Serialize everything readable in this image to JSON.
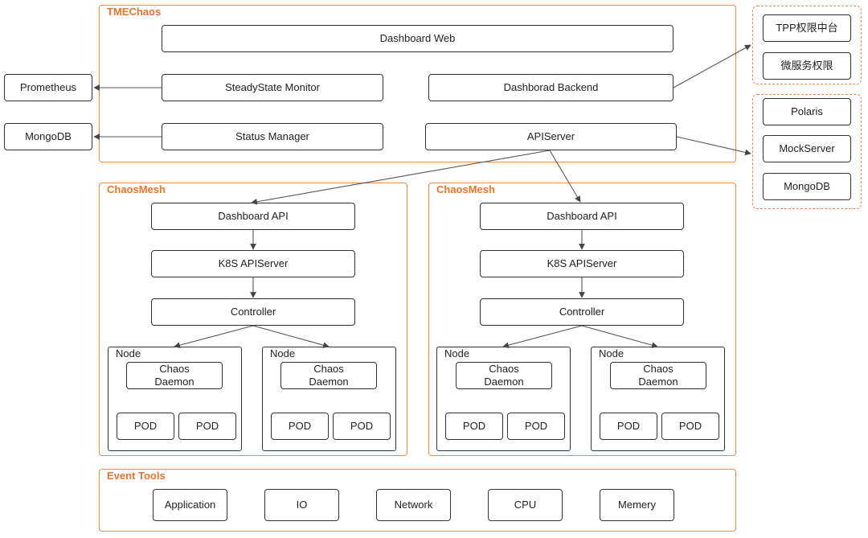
{
  "tmechaos": {
    "title": "TMEChaos",
    "dashboard_web": "Dashboard Web",
    "steadystate_monitor": "SteadyState Monitor",
    "dashboard_backend": "Dashborad Backend",
    "status_manager": "Status Manager",
    "apiserver": "APIServer"
  },
  "external": {
    "prometheus": "Prometheus",
    "mongodb": "MongoDB"
  },
  "auth_group": {
    "items": [
      "TPP权限中台",
      "微服务权限"
    ]
  },
  "deps_group": {
    "items": [
      "Polaris",
      "MockServer",
      "MongoDB"
    ]
  },
  "chaosmesh": [
    {
      "title": "ChaosMesh",
      "dashboard_api": "Dashboard API",
      "k8s_apiserver": "K8S APIServer",
      "controller": "Controller",
      "nodes": [
        {
          "label": "Node",
          "daemon": "Chaos\nDaemon",
          "pods": [
            "POD",
            "POD"
          ]
        },
        {
          "label": "Node",
          "daemon": "Chaos\nDaemon",
          "pods": [
            "POD",
            "POD"
          ]
        }
      ]
    },
    {
      "title": "ChaosMesh",
      "dashboard_api": "Dashboard API",
      "k8s_apiserver": "K8S APIServer",
      "controller": "Controller",
      "nodes": [
        {
          "label": "Node",
          "daemon": "Chaos\nDaemon",
          "pods": [
            "POD",
            "POD"
          ]
        },
        {
          "label": "Node",
          "daemon": "Chaos\nDaemon",
          "pods": [
            "POD",
            "POD"
          ]
        }
      ]
    }
  ],
  "event_tools": {
    "title": "Event Tools",
    "items": [
      "Application",
      "IO",
      "Network",
      "CPU",
      "Memery"
    ]
  },
  "colors": {
    "accent": "#e8732e",
    "border": "#333333"
  }
}
